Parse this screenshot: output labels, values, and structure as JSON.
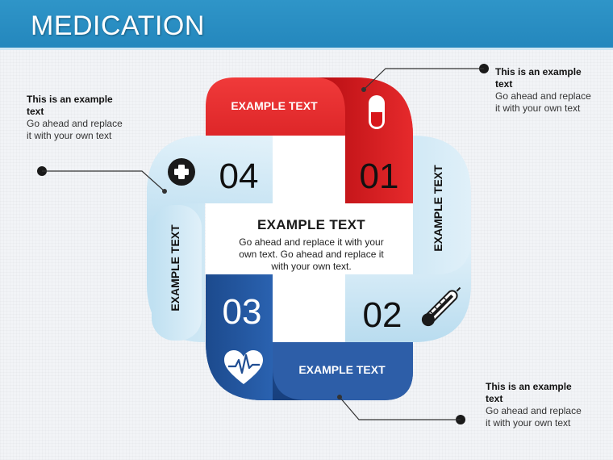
{
  "header": {
    "title": "MEDICATION"
  },
  "colors": {
    "header": "#2487bd",
    "red": "#d8161b",
    "navy": "#1f4d92",
    "light_blue": "#cfe8f5"
  },
  "center": {
    "title": "EXAMPLE TEXT",
    "body": "Go ahead and replace it with your own text. Go ahead and replace it with your own text."
  },
  "segments": [
    {
      "number": "01",
      "label": "EXAMPLE TEXT",
      "icon": "pill-icon",
      "color": "red"
    },
    {
      "number": "02",
      "label": "EXAMPLE TEXT",
      "icon": "thermometer-icon",
      "color": "light-blue"
    },
    {
      "number": "03",
      "label": "EXAMPLE TEXT",
      "icon": "heart-pulse-icon",
      "color": "navy"
    },
    {
      "number": "04",
      "label": "EXAMPLE TEXT",
      "icon": "medical-cross-icon",
      "color": "light-blue"
    }
  ],
  "callouts": [
    {
      "title": "This is an example text",
      "body": "Go ahead and replace it with your own text"
    },
    {
      "title": "This is an example text",
      "body": "Go ahead and replace it with your own text"
    },
    {
      "title": "This is an example text",
      "body": "Go ahead and replace it with your own text"
    }
  ]
}
